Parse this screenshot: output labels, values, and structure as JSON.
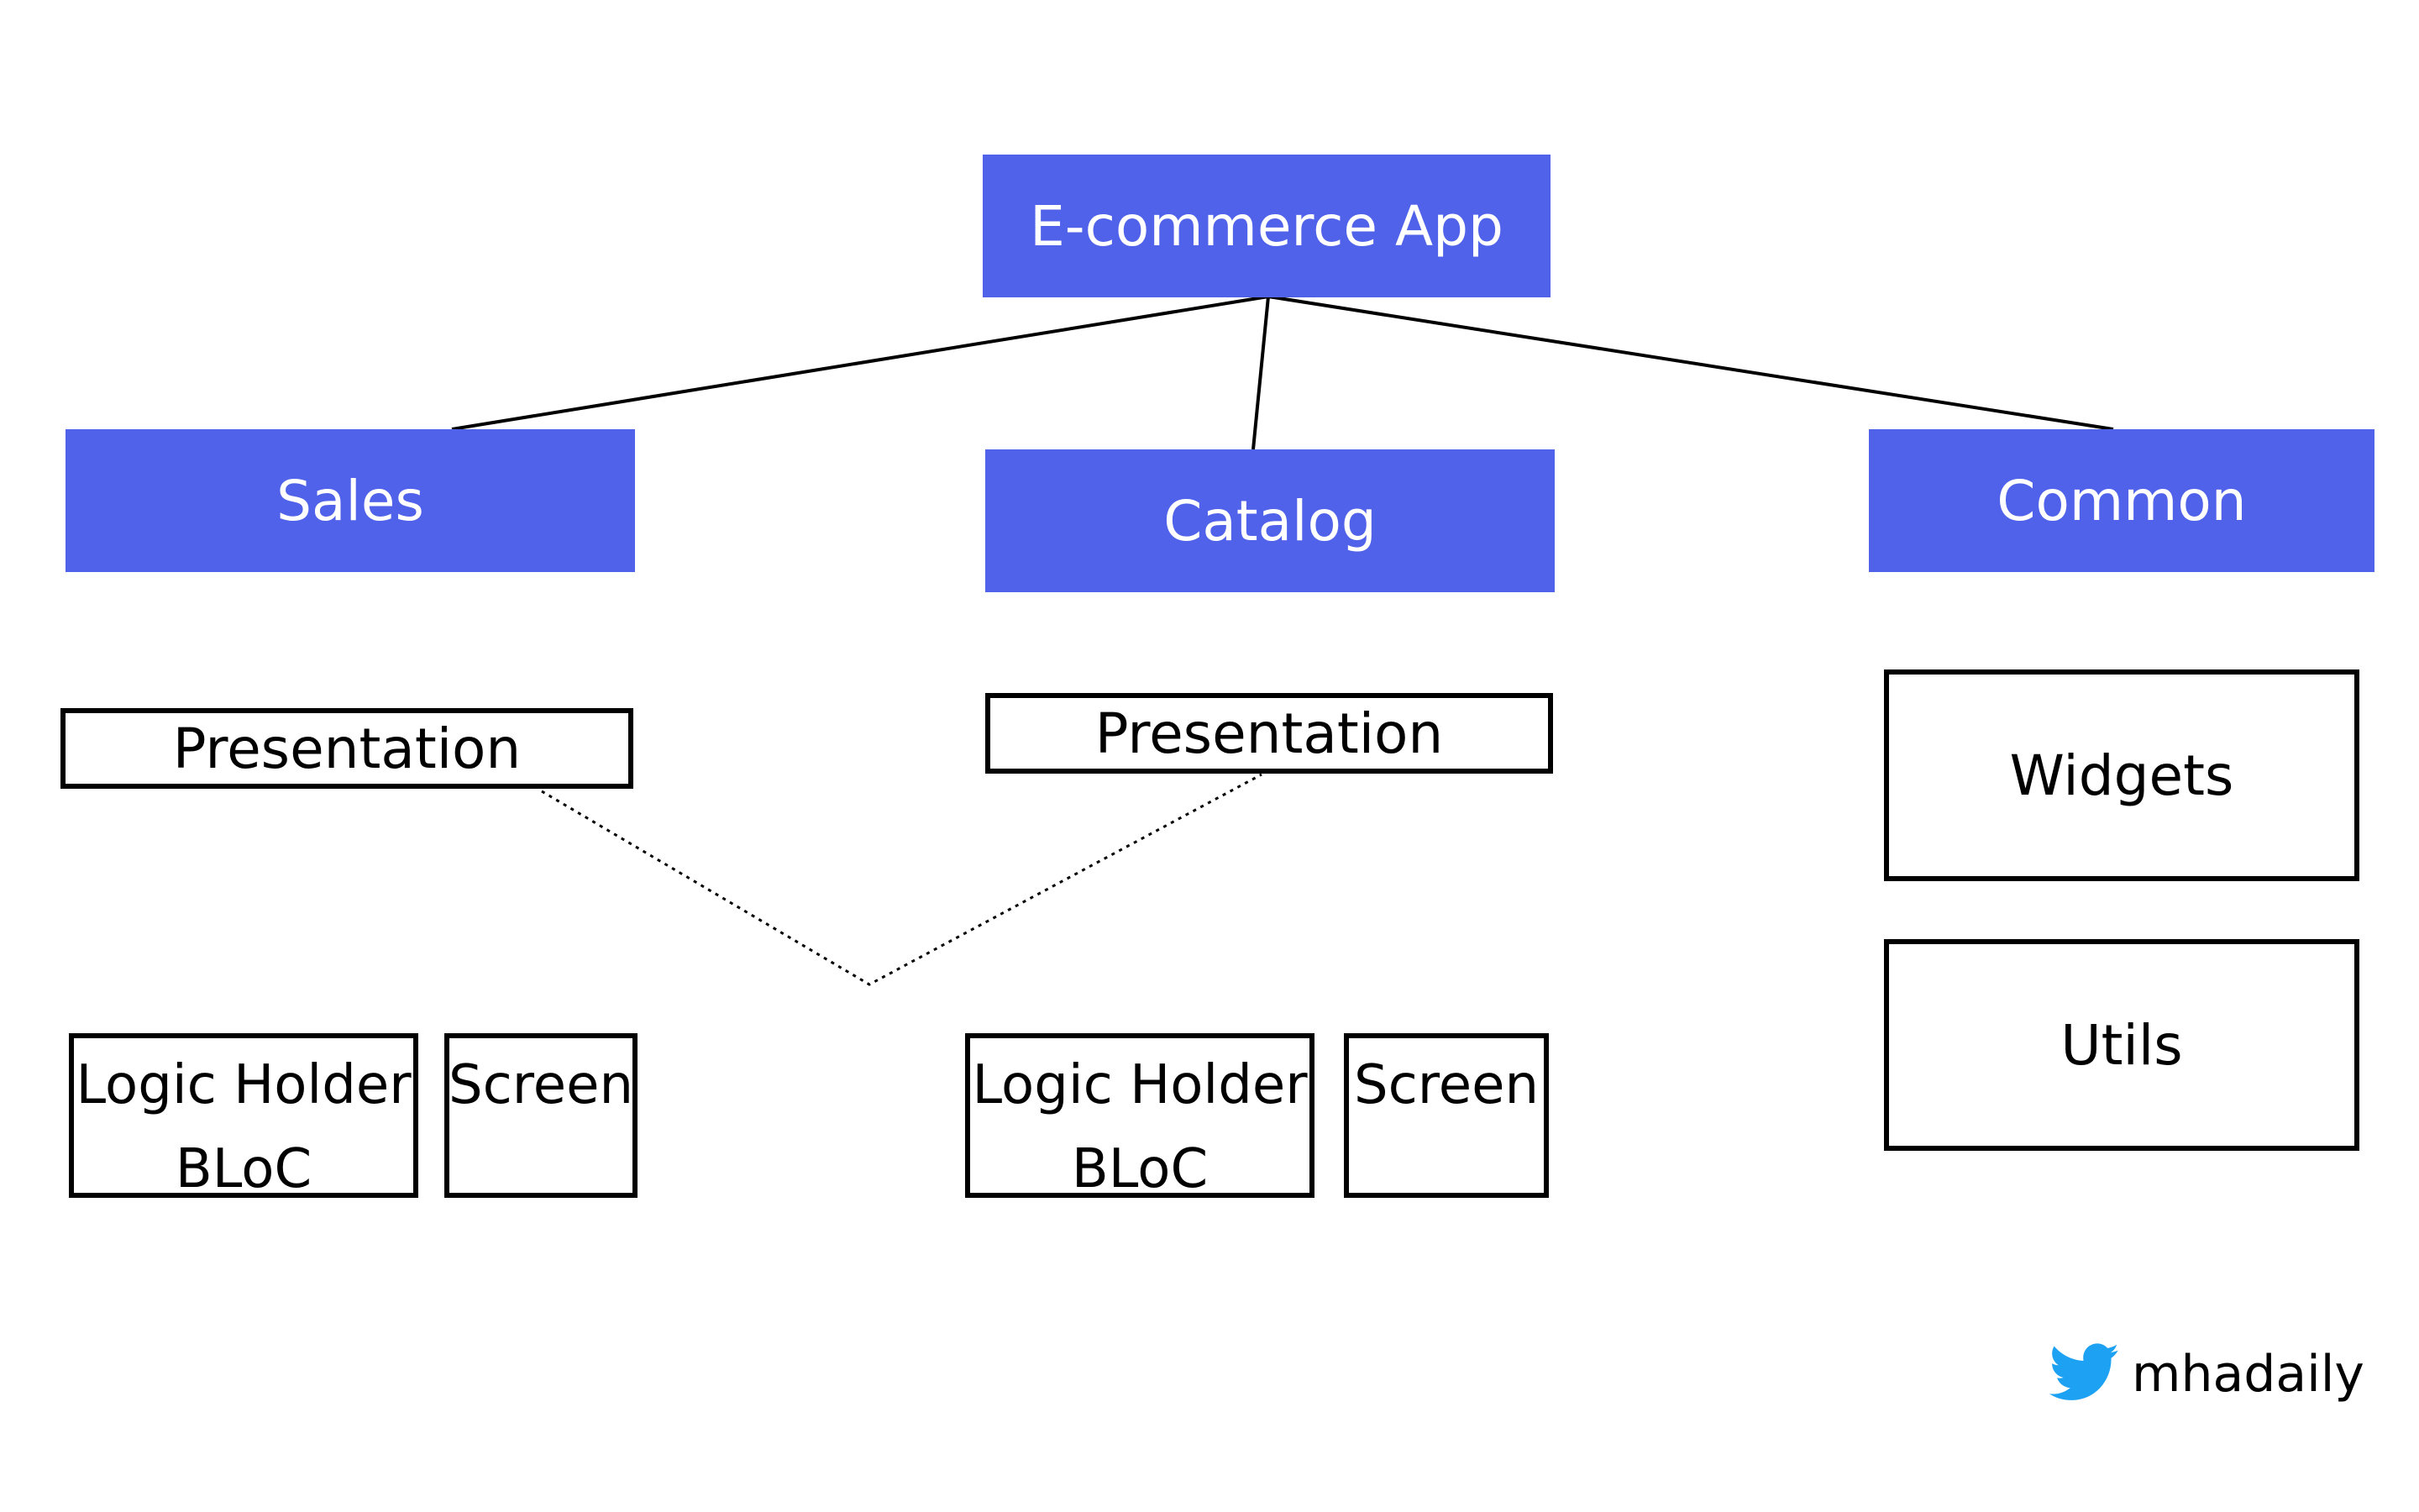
{
  "colors": {
    "accent": "#5062EA",
    "line": "#000000"
  },
  "root": {
    "label": "E-commerce App"
  },
  "modules": {
    "sales": {
      "label": "Sales"
    },
    "catalog": {
      "label": "Catalog"
    },
    "common": {
      "label": "Common"
    }
  },
  "sales": {
    "presentation": "Presentation",
    "logic_holder": [
      "Logic Holder",
      "BLoC"
    ],
    "screen": "Screen"
  },
  "catalog": {
    "presentation": "Presentation",
    "logic_holder": [
      "Logic Holder",
      "BLoC"
    ],
    "screen": "Screen"
  },
  "common": {
    "widgets": "Widgets",
    "utils": "Utils"
  },
  "footer": {
    "icon": "twitter-bird-icon",
    "handle": "mhadaily"
  }
}
